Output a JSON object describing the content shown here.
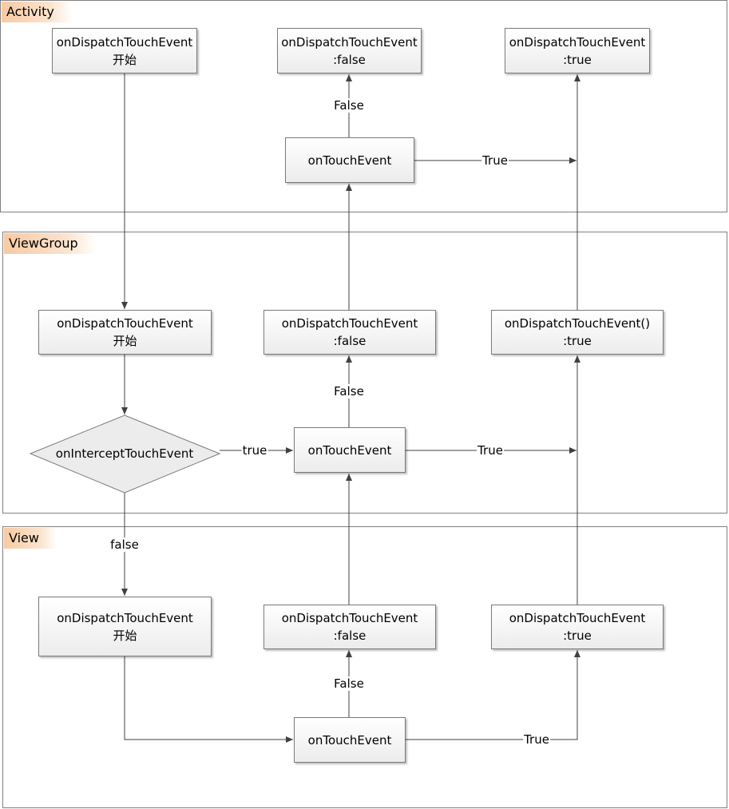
{
  "lanes": {
    "activity": "Activity",
    "viewgroup": "ViewGroup",
    "view": "View"
  },
  "nodes": {
    "act_dispatch_start": [
      "onDispatchTouchEvent",
      "开始"
    ],
    "act_dispatch_false": [
      "onDispatchTouchEvent",
      ":false"
    ],
    "act_dispatch_true": [
      "onDispatchTouchEvent",
      ":true"
    ],
    "act_touch": [
      "onTouchEvent"
    ],
    "vg_dispatch_start": [
      "onDispatchTouchEvent",
      "开始"
    ],
    "vg_dispatch_false": [
      "onDispatchTouchEvent",
      ":false"
    ],
    "vg_dispatch_true": [
      "onDispatchTouchEvent()",
      ":true"
    ],
    "vg_intercept": [
      "onInterceptTouchEvent"
    ],
    "vg_touch": [
      "onTouchEvent"
    ],
    "v_dispatch_start": [
      "onDispatchTouchEvent",
      "开始"
    ],
    "v_dispatch_false": [
      "onDispatchTouchEvent",
      ":false"
    ],
    "v_dispatch_true": [
      "onDispatchTouchEvent",
      ":true"
    ],
    "v_touch": [
      "onTouchEvent"
    ]
  },
  "edge_labels": {
    "act_false": "False",
    "act_true": "True",
    "vg_false": "False",
    "vg_true": "True",
    "vg_intercept_true": "true",
    "vg_intercept_false": "false",
    "v_false": "False",
    "v_true": "True"
  },
  "colors": {
    "lane_label": "#f7caa3",
    "node_fill": "#ececec",
    "line": "#404040"
  }
}
